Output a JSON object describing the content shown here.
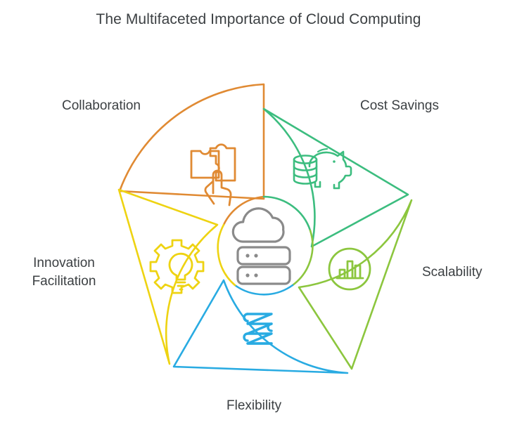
{
  "title": "The Multifaceted Importance of Cloud Computing",
  "center": {
    "name": "cloud-computing-hub",
    "icon": "cloud-server-icon",
    "color": "#8a8a8a"
  },
  "segments": [
    {
      "id": "collaboration",
      "label": "Collaboration",
      "color": "#e08a33",
      "icon": "puzzle-hand-icon",
      "position": "top-left"
    },
    {
      "id": "cost-savings",
      "label": "Cost Savings",
      "color": "#3cbd7f",
      "icon": "piggy-bank-coins-icon",
      "position": "top-right"
    },
    {
      "id": "scalability",
      "label": "Scalability",
      "color": "#8cc63e",
      "icon": "bar-chart-circle-icon",
      "position": "right"
    },
    {
      "id": "flexibility",
      "label": "Flexibility",
      "color": "#29abe2",
      "icon": "spring-coil-icon",
      "position": "bottom"
    },
    {
      "id": "innovation-facilitation",
      "label": "Innovation\nFacilitation",
      "color": "#eed312",
      "icon": "gear-lightbulb-icon",
      "position": "left"
    }
  ]
}
